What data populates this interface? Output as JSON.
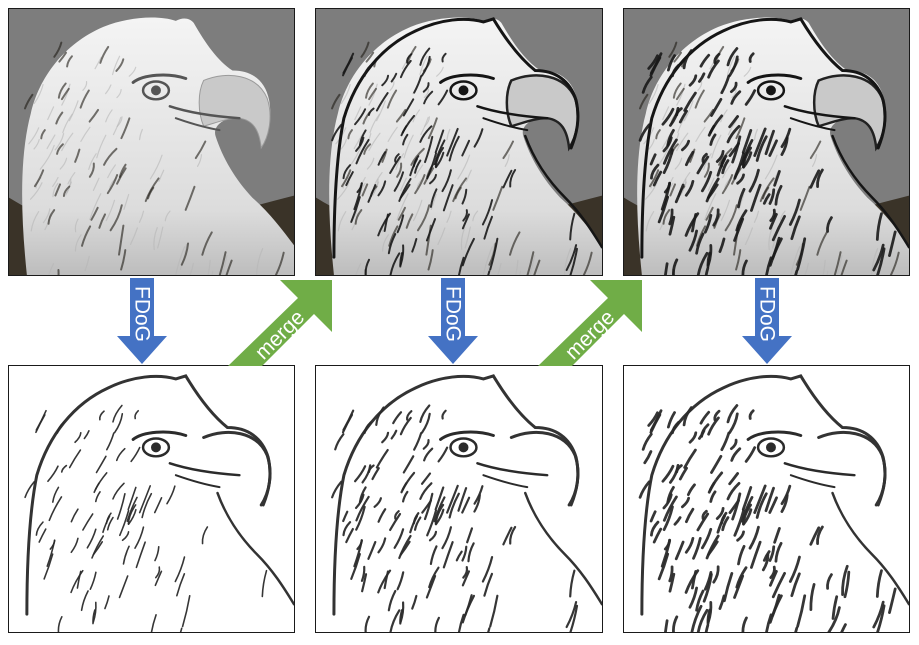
{
  "pipeline": {
    "step_labels": {
      "fdog_1": "FDoG",
      "fdog_2": "FDoG",
      "fdog_3": "FDoG",
      "merge_1": "merge",
      "merge_2": "merge"
    },
    "colors": {
      "fdog_arrow": "#4472c4",
      "merge_arrow": "#70ad47",
      "photo_background": "#7d7d7d",
      "line_art_background": "#ffffff",
      "panel_border": "#1a1a1a"
    },
    "panels": {
      "top": [
        "grayscale-photo",
        "merged-photo-iteration-1",
        "merged-photo-iteration-2"
      ],
      "bottom": [
        "line-drawing-iteration-1",
        "line-drawing-iteration-2",
        "line-drawing-iteration-3"
      ]
    }
  }
}
